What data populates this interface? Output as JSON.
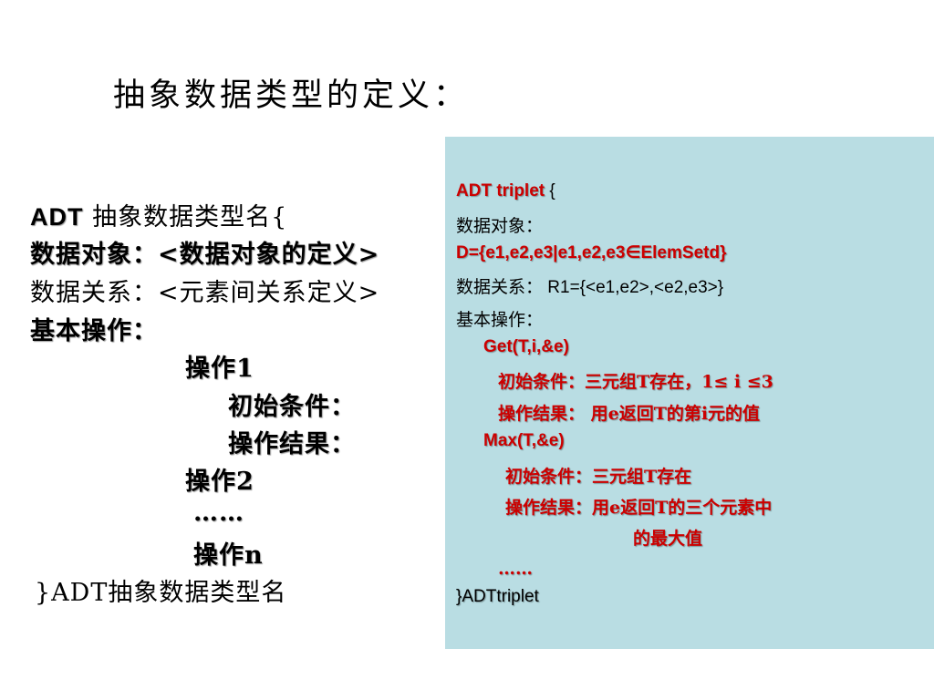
{
  "title": "抽象数据类型的定义：",
  "left": {
    "adt_keyword": "ADT",
    "adt_name": " 抽象数据类型名{",
    "data_object": "数据对象：<数据对象的定义>",
    "data_relation": "数据关系：<元素间关系定义>",
    "basic_ops": "基本操作：",
    "op1": "操作1",
    "init_cond": "初始条件：",
    "op_result": "操作结果：",
    "op2": "操作2",
    "ellipsis": "……",
    "opn": "操作n",
    "close": "}ADT抽象数据类型名"
  },
  "panel": {
    "adt_head": "ADT triplet",
    "adt_brace": " {",
    "data_object_label": "数据对象：",
    "data_object_def": "D={e1,e2,e3|e1,e2,e3∈ElemSetd}",
    "data_relation_label": "数据关系：",
    "data_relation_def": " R1={<e1,e2>,<e2,e3>}",
    "basic_ops": "基本操作：",
    "get_op": "Get(T,i,&e)",
    "get_init": "初始条件：三元组T存在，1≤ i ≤3",
    "get_result": "操作结果： 用e返回T的第i元的值",
    "max_op": "Max(T,&e)",
    "max_init": "初始条件：三元组T存在",
    "max_result": "操作结果：用e返回T的三个元素中",
    "max_result_cont": "的最大值",
    "ellipsis": "……",
    "close": "}ADTtriplet"
  },
  "colors": {
    "panel_bg": "#b9dde3",
    "highlight": "#cc0000",
    "text": "#000000"
  }
}
